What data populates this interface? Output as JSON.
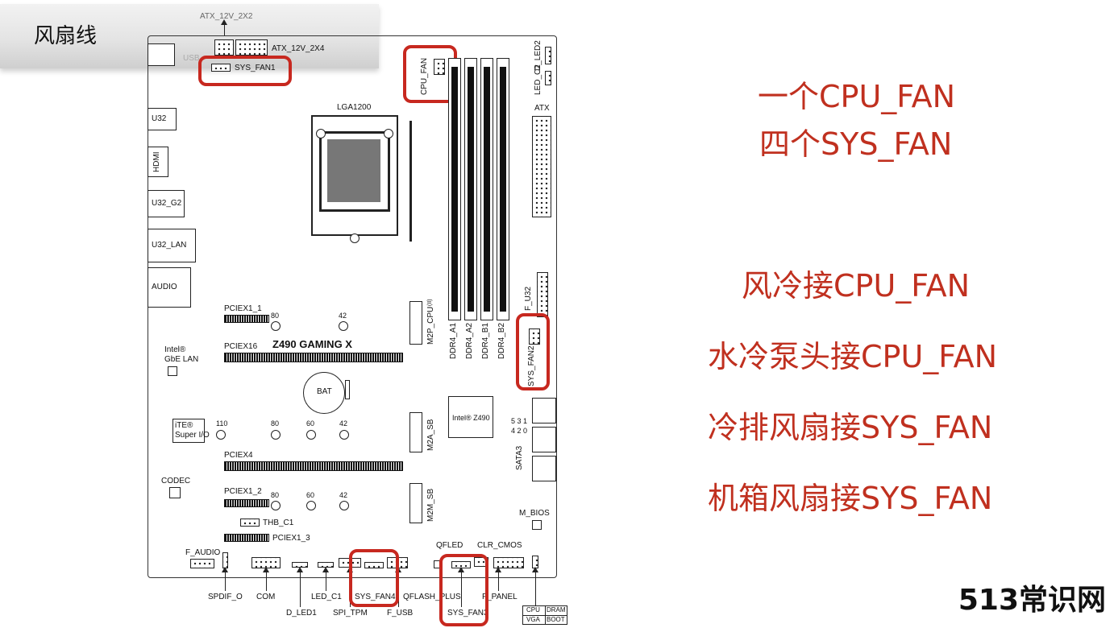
{
  "header": {
    "title": "风扇线"
  },
  "board": {
    "model": "Z490 GAMING X",
    "labels": {
      "atx_12v_2x2": "ATX_12V_2X2",
      "atx_12v_2x4": "ATX_12V_2X4",
      "usb": "USB",
      "sys_fan1": "SYS_FAN1",
      "cpu_fan": "CPU_FAN",
      "led_d_led2": "D_LED2",
      "led_c2": "LED_C2",
      "atx": "ATX",
      "lga": "LGA1200",
      "u32": "U32",
      "hdmi": "HDMI",
      "u32_g2": "U32_G2",
      "u32_lan": "U32_LAN",
      "audio": "AUDIO",
      "pciex1_1": "PCIEX1_1",
      "pciex16": "PCIEX16",
      "n80a": "80",
      "n42a": "42",
      "m2p_cpu": "M2P_CPU",
      "m2p_sup": "(II)",
      "ddr4_a1": "DDR4_A1",
      "ddr4_a2": "DDR4_A2",
      "ddr4_b1": "DDR4_B1",
      "ddr4_b2": "DDR4_B2",
      "f_u32": "F_U32",
      "sys_fan2": "SYS_FAN2",
      "intel_gbe_line1": "Intel®",
      "intel_gbe_line2": "GbE LAN",
      "bat": "BAT",
      "intel_z490": "Intel® Z490",
      "ite_line1": "iTE®",
      "ite_line2": "Super I/O",
      "n110": "110",
      "n80b": "80",
      "n60b": "60",
      "n42b": "42",
      "m2a_sb": "M2A_SB",
      "sata_top": "5 3 1",
      "sata_bot": "4 2 0",
      "sata3": "SATA3",
      "pciex4": "PCIEX4",
      "codec": "CODEC",
      "pciex1_2": "PCIEX1_2",
      "n80c": "80",
      "n60c": "60",
      "n42c": "42",
      "m2m_sb": "M2M_SB",
      "m_bios": "M_BIOS",
      "thb_c1": "THB_C1",
      "pciex1_3": "PCIEX1_3",
      "f_audio": "F_AUDIO",
      "qfled": "QFLED",
      "clr_cmos": "CLR_CMOS",
      "spdif_o": "SPDIF_O",
      "com": "COM",
      "led_c1": "LED_C1",
      "sys_fan4": "SYS_FAN4",
      "qflash_plus": "QFLASH_PLUS",
      "f_panel": "F_PANEL",
      "d_led1": "D_LED1",
      "spi_tpm": "SPI_TPM",
      "f_usb": "F_USB",
      "sys_fan3": "SYS_FAN3",
      "cpu": "CPU",
      "dram": "DRAM",
      "vga": "VGA",
      "boot": "BOOT"
    }
  },
  "summary": {
    "line1": "一个CPU_FAN",
    "line2": "四个SYS_FAN"
  },
  "rules": [
    "风冷接CPU_FAN",
    "水冷泵头接CPU_FAN",
    "冷排风扇接SYS_FAN",
    "机箱风扇接SYS_FAN"
  ],
  "watermark": "513常识网",
  "colors": {
    "highlight": "#c7281f",
    "text_red": "#c0301f"
  }
}
